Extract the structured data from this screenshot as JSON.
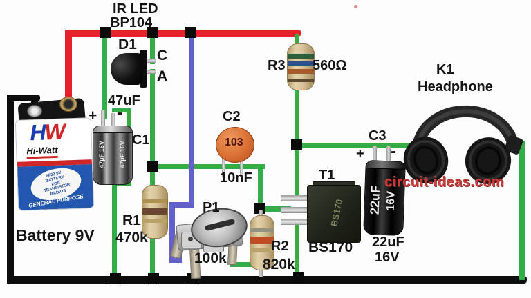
{
  "watermark": "circuit-ideas.com",
  "ir_led": {
    "title1": "IR LED",
    "title2": "BP104",
    "ref": "D1",
    "cathode": "C",
    "anode": "A"
  },
  "battery": {
    "caption": "Battery 9V",
    "logo_h": "H",
    "logo_w": "W",
    "brand": "Hi-Watt",
    "oval_line1": "6F22 9V",
    "oval_line2": "BATTERY",
    "oval_line3": "FOR",
    "oval_line4": "TRANSISTOR",
    "oval_line5": "RADIOS",
    "purpose": "GENERAL PURPOSE"
  },
  "c1": {
    "ref": "C1",
    "value": "47uF",
    "plus": "+",
    "minus": "-",
    "print1": "47μF 16V",
    "print2": "47μF 16V"
  },
  "c2": {
    "ref": "C2",
    "code": "103",
    "value": "10nF"
  },
  "c3": {
    "ref": "C3",
    "plus": "+",
    "minus": "-",
    "value1": "22uF",
    "value2": "16V",
    "print1": "22uF",
    "print2": "16V"
  },
  "r1": {
    "ref": "R1",
    "value": "470k"
  },
  "r2": {
    "ref": "R2",
    "value": "820k"
  },
  "r3": {
    "ref": "R3",
    "value": "560Ω"
  },
  "p1": {
    "ref": "P1",
    "value": "100k"
  },
  "t1": {
    "ref": "T1",
    "value": "BS170",
    "print": "BS170"
  },
  "headphone": {
    "ref": "K1",
    "label": "Headphone"
  },
  "colors": {
    "wire_positive_red": "#e8202a",
    "wire_green": "#35ad47",
    "wire_blue": "#6261cc",
    "wire_ground_black": "#0d0d0d",
    "watermark_red": "#c93a3a"
  }
}
